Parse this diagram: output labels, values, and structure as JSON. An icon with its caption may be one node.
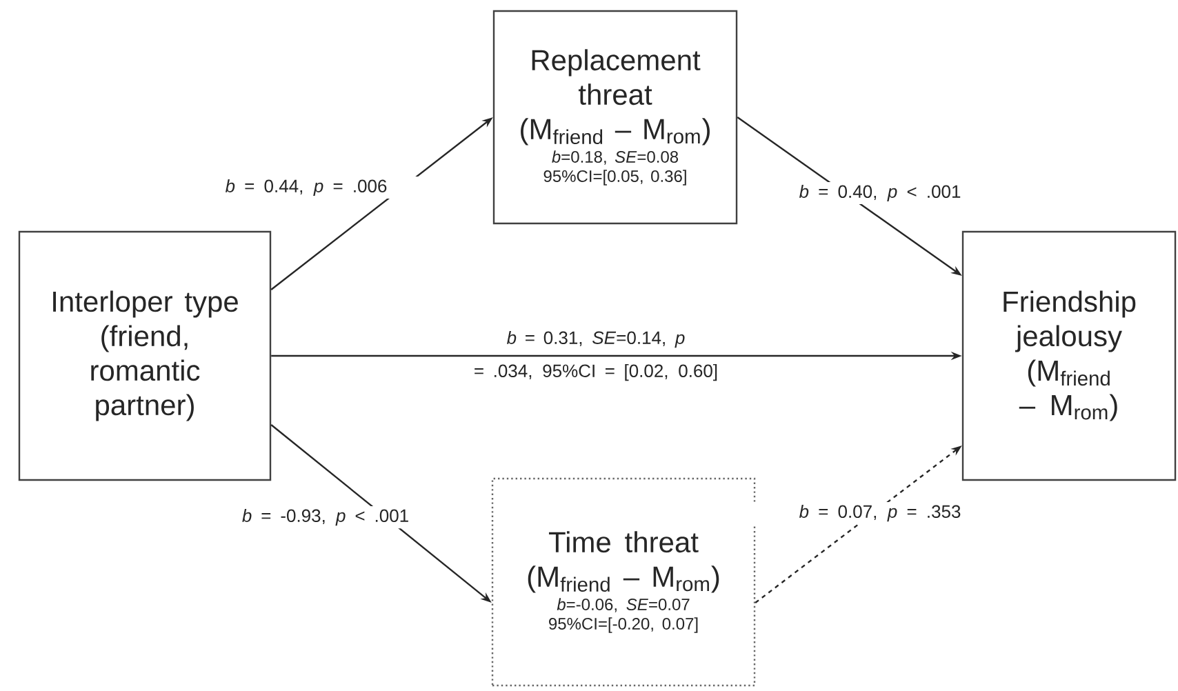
{
  "diagram": {
    "nodes": [
      {
        "text": [
          "Interloper type (friend, romantic partner)"
        ]
      },
      {
        "text": [
          "Replacement threat (M$_{friend}$ – M$_{rom}$)",
          "*b*=0.18, *SE*=0.08 95%CI=[0.05, 0.36]"
        ]
      },
      {
        "text": [
          "Friendship jealousy (M$_{friend}$ – M$_{rom}$)"
        ]
      },
      {
        "text": [
          "Time threat (M$_{friend}$ – M$_{rom}$)",
          "*b*=-0.06, *SE*=0.07 95%CI=[-0.20, 0.07]"
        ]
      }
    ],
    "edges": [
      {
        "from": 0,
        "to": 1,
        "arrow": "to",
        "label": "*b* = 0.44, *p* = .006"
      },
      {
        "from": 1,
        "to": 2,
        "arrow": "to",
        "label": "*b* = 0.40, *p* < .001"
      },
      {
        "from": 0,
        "to": 2,
        "arrow": "to",
        "label": "*b* = 0.31, *SE*=0.14, *p* = .034, 95%CI = [0.02, 0.60]"
      },
      {
        "from": 0,
        "to": 3,
        "arrow": "to",
        "label": "*b* = -0.93, *p* < .001"
      },
      {
        "from": 3,
        "to": 2,
        "arrow": "to",
        "label": "*b* = 0.07, *p* = .353",
        "style": "dashed"
      }
    ]
  }
}
